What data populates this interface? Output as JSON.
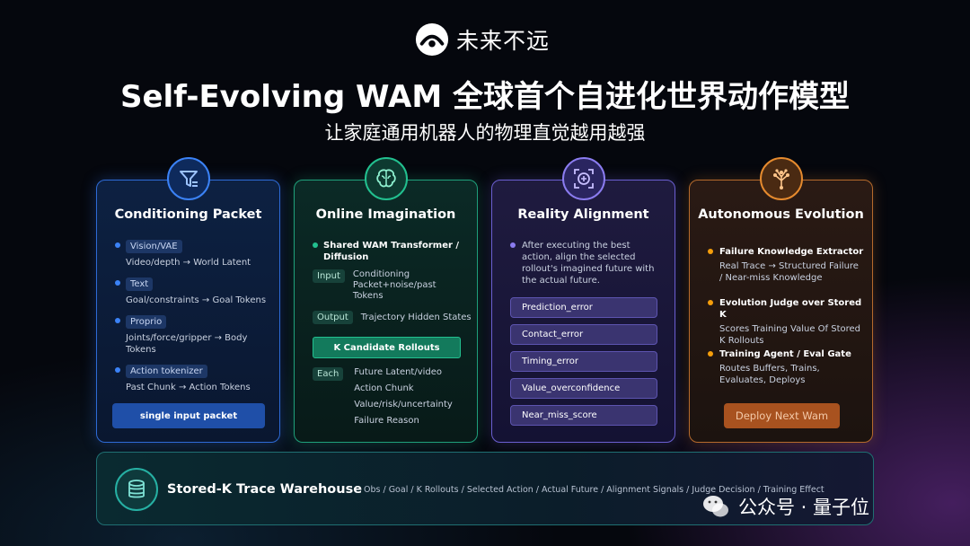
{
  "brand": {
    "name": "未来不远"
  },
  "header": {
    "title": "Self-Evolving WAM 全球首个自进化世界动作模型",
    "subtitle": "让家庭通用机器人的物理直觉越用越强"
  },
  "cards": {
    "conditioning": {
      "title": "Conditioning Packet",
      "icon": "filter-funnel-icon",
      "items": [
        {
          "tag": "Vision/VAE",
          "desc": "Video/depth → World Latent"
        },
        {
          "tag": "Text",
          "desc": "Goal/constraints → Goal Tokens"
        },
        {
          "tag": "Proprio",
          "desc": "Joints/force/gripper → Body Tokens"
        },
        {
          "tag": "Action tokenizer",
          "desc": "Past Chunk → Action Tokens"
        }
      ],
      "button": "single input packet"
    },
    "imagination": {
      "title": "Online Imagination",
      "icon": "brain-icon",
      "headline": "Shared WAM Transformer / Diffusion",
      "input_label": "Input",
      "input_value": "Conditioning Packet+noise/past Tokens",
      "output_label": "Output",
      "output_value": "Trajectory Hidden States",
      "button": "K Candidate Rollouts",
      "each_label": "Each",
      "each_values": [
        "Future Latent/video",
        "Action Chunk",
        "Value/risk/uncertainty",
        "Failure Reason"
      ]
    },
    "alignment": {
      "title": "Reality Alignment",
      "icon": "crosshair-icon",
      "desc": "After executing the best action, align the selected rollout's imagined future with the actual future.",
      "errors": [
        "Prediction_error",
        "Contact_error",
        "Timing_error",
        "Value_overconfidence",
        "Near_miss_score"
      ]
    },
    "evolution": {
      "title": "Autonomous Evolution",
      "icon": "network-tree-icon",
      "items": [
        {
          "title": "Failure Knowledge Extractor",
          "desc": "Real Trace → Structured Failure / Near-miss Knowledge"
        },
        {
          "title": "Evolution Judge over Stored K",
          "desc": "Scores Training Value Of Stored K Rollouts"
        },
        {
          "title": "Training Agent / Eval Gate",
          "desc": "Routes Buffers, Trains, Evaluates, Deploys"
        }
      ],
      "button": "Deploy Next Wam"
    }
  },
  "warehouse": {
    "icon": "database-icon",
    "title": "Stored-K Trace Warehouse",
    "fields": "Obs / Goal / K Rollouts / Selected Action / Actual Future / Alignment Signals / Judge Decision / Training Effect"
  },
  "watermark": {
    "text": "公众号 · 量子位",
    "icon": "wechat-icon"
  }
}
